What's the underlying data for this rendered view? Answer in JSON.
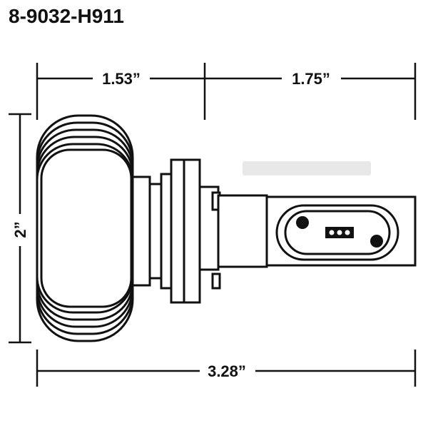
{
  "title": "8-9032-H911",
  "dimensions": {
    "left_width": "1.53”",
    "right_width": "1.75”",
    "height": "2”",
    "total_width": "3.28”"
  },
  "colors": {
    "line": "#111111",
    "background": "#ffffff",
    "faint_text": "#e6e6e6"
  }
}
